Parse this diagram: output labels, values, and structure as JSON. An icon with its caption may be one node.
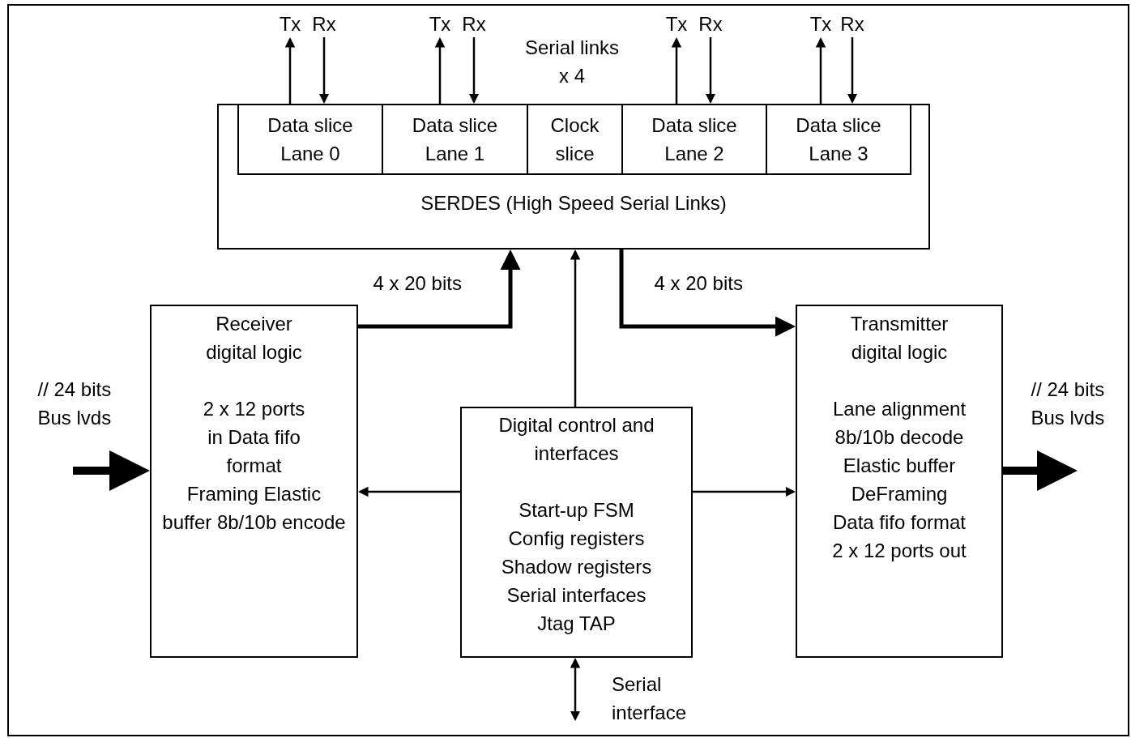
{
  "diagram": {
    "nodes": [
      {
        "text": [
          "Tx"
        ]
      },
      {
        "text": [
          "Rx"
        ]
      },
      {
        "text": [
          "Tx"
        ]
      },
      {
        "text": [
          "Rx"
        ]
      },
      {
        "text": [
          "Tx"
        ]
      },
      {
        "text": [
          "Rx"
        ]
      },
      {
        "text": [
          "Tx"
        ]
      },
      {
        "text": [
          "Rx"
        ]
      },
      {
        "text": [
          "SERDES (High Speed Serial Links)"
        ]
      },
      {
        "text": [
          "Data slice Lane 0"
        ],
        "in": 8
      },
      {
        "text": [
          "Data slice Lane 1"
        ],
        "in": 8
      },
      {
        "text": [
          "Clock slice"
        ],
        "in": 8
      },
      {
        "text": [
          "Data slice Lane 2"
        ],
        "in": 8
      },
      {
        "text": [
          "Data slice Lane 3"
        ],
        "in": 8
      },
      {
        "text": [
          "Receiver digital logic",
          "2 x 12 ports in Data fifo format Framing Elastic buffer 8b/10b encode"
        ],
        "beside": [
          "// 24 bits Bus lvds"
        ]
      },
      {
        "text": [
          "Digital control and interfaces",
          "Start-up FSM Config registers Shadow registers Serial interfaces Jtag TAP"
        ],
        "beside": [
          "Serial interface"
        ]
      },
      {
        "text": [
          "Transmitter digital logic",
          "Lane alignment 8b/10b decode Elastic buffer DeFraming Data fifo format 2 x 12 ports out"
        ],
        "beside": [
          "// 24 bits Bus lvds"
        ]
      }
    ],
    "edges": [
      {
        "from": 9,
        "to": 0,
        "arrow": "to"
      },
      {
        "from": 1,
        "to": 9,
        "arrow": "to"
      },
      {
        "from": 10,
        "to": 2,
        "arrow": "to"
      },
      {
        "from": 3,
        "to": 10,
        "arrow": "to"
      },
      {
        "from": 12,
        "to": 4,
        "arrow": "to"
      },
      {
        "from": 5,
        "to": 12,
        "arrow": "to"
      },
      {
        "from": 13,
        "to": 6,
        "arrow": "to"
      },
      {
        "from": 7,
        "to": 13,
        "arrow": "to"
      },
      {
        "from": 14,
        "to": 8,
        "arrow": "to",
        "label": "4 x 20 bits",
        "style": "thick"
      },
      {
        "from": 8,
        "to": 16,
        "arrow": "to",
        "label": "4 x 20 bits",
        "style": "thick"
      },
      {
        "from": 15,
        "to": 8,
        "arrow": "to"
      },
      {
        "from": 15,
        "to": 14,
        "arrow": "to"
      },
      {
        "from": 15,
        "to": 16,
        "arrow": "to"
      },
      {
        "from": null,
        "to": 14,
        "arrow": "to",
        "style": "thick"
      },
      {
        "from": 16,
        "to": null,
        "arrow": "to",
        "style": "thick"
      },
      {
        "from": 15,
        "to": null,
        "arrow": "both"
      }
    ],
    "labels": [
      "Serial links x 4"
    ]
  }
}
